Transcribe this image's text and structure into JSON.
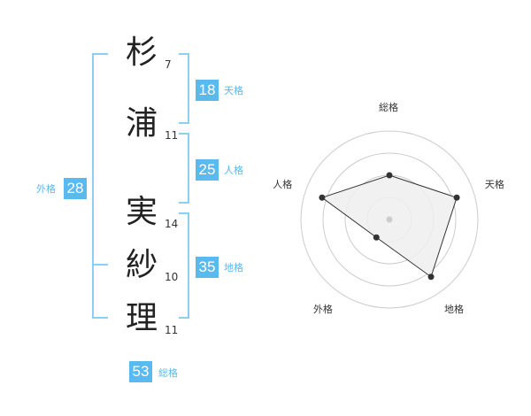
{
  "name": {
    "characters": [
      {
        "char": "杉",
        "strokes": "7"
      },
      {
        "char": "浦",
        "strokes": "11"
      },
      {
        "char": "実",
        "strokes": "14"
      },
      {
        "char": "紗",
        "strokes": "10"
      },
      {
        "char": "理",
        "strokes": "11"
      }
    ]
  },
  "fortune": {
    "ten": {
      "value": "18",
      "label": "天格"
    },
    "jin": {
      "value": "25",
      "label": "人格"
    },
    "chi": {
      "value": "35",
      "label": "地格"
    },
    "gai": {
      "value": "28",
      "label": "外格"
    },
    "so": {
      "value": "53",
      "label": "総格"
    }
  },
  "radar": {
    "axes": [
      "総格",
      "天格",
      "地格",
      "外格",
      "人格"
    ],
    "values": [
      0.5,
      0.8,
      0.8,
      0.25,
      0.8
    ],
    "rings": 4,
    "colors": {
      "fill": "#eeeeee",
      "stroke": "#333333",
      "grid": "#cccccc",
      "dot": "#333333"
    }
  },
  "colors": {
    "accent": "#5ab9ee",
    "bracket": "#8dcff2"
  }
}
